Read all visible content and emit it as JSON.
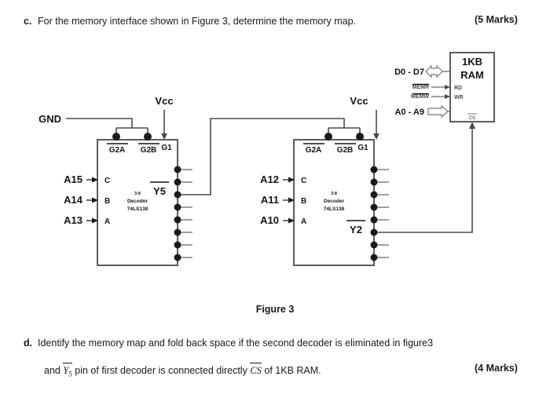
{
  "question_c": {
    "label": "c.",
    "text": "For the memory interface shown in Figure 3, determine the memory map.",
    "marks": "(5 Marks)"
  },
  "question_d": {
    "label": "d.",
    "line1": "Identify the memory map and fold back space if the second decoder is eliminated in figure3",
    "line2_pre": "and",
    "line2_y": "Y",
    "line2_y_sub": "5",
    "line2_mid": "pin of first decoder is connected directly",
    "line2_cs": "CS",
    "line2_post": "of 1KB RAM.",
    "marks": "(4 Marks)"
  },
  "figure": {
    "caption": "Figure 3",
    "decoder1": {
      "name": "3:8 Decoder 74LS138",
      "type_line1": "3:8",
      "type_line2": "Decoder",
      "type_line3": "74LS138",
      "power_label": "Vcc",
      "ground_label": "GND",
      "enable_pins": [
        "G2A",
        "G2B",
        "G1"
      ],
      "input_pins": [
        "C",
        "B",
        "A"
      ],
      "input_signals": [
        "A15",
        "A14",
        "A13"
      ],
      "selected_output": "Y5",
      "output_count": 8
    },
    "decoder2": {
      "name": "3:8 Decoder 74LS138",
      "type_line1": "3:8",
      "type_line2": "Decoder",
      "type_line3": "74LS138",
      "power_label": "Vcc",
      "enable_pins": [
        "G2A",
        "G2B",
        "G1"
      ],
      "input_pins": [
        "C",
        "B",
        "A"
      ],
      "input_signals": [
        "A12",
        "A11",
        "A10"
      ],
      "selected_output": "Y2",
      "output_count": 8
    },
    "ram": {
      "title_line1": "1KB",
      "title_line2": "RAM",
      "data_bus": "D0 - D7",
      "address_bus": "A0 - A9",
      "control_in": [
        "MEMR",
        "MEMW"
      ],
      "control_pins": [
        "RD",
        "WR"
      ],
      "chip_select": "CS"
    }
  },
  "colors": {
    "text": "#141414",
    "wire": "#4a4a4a",
    "bubble": "#1a1a1a",
    "signal_label": "#4a4a4a",
    "background": "#ffffff"
  }
}
